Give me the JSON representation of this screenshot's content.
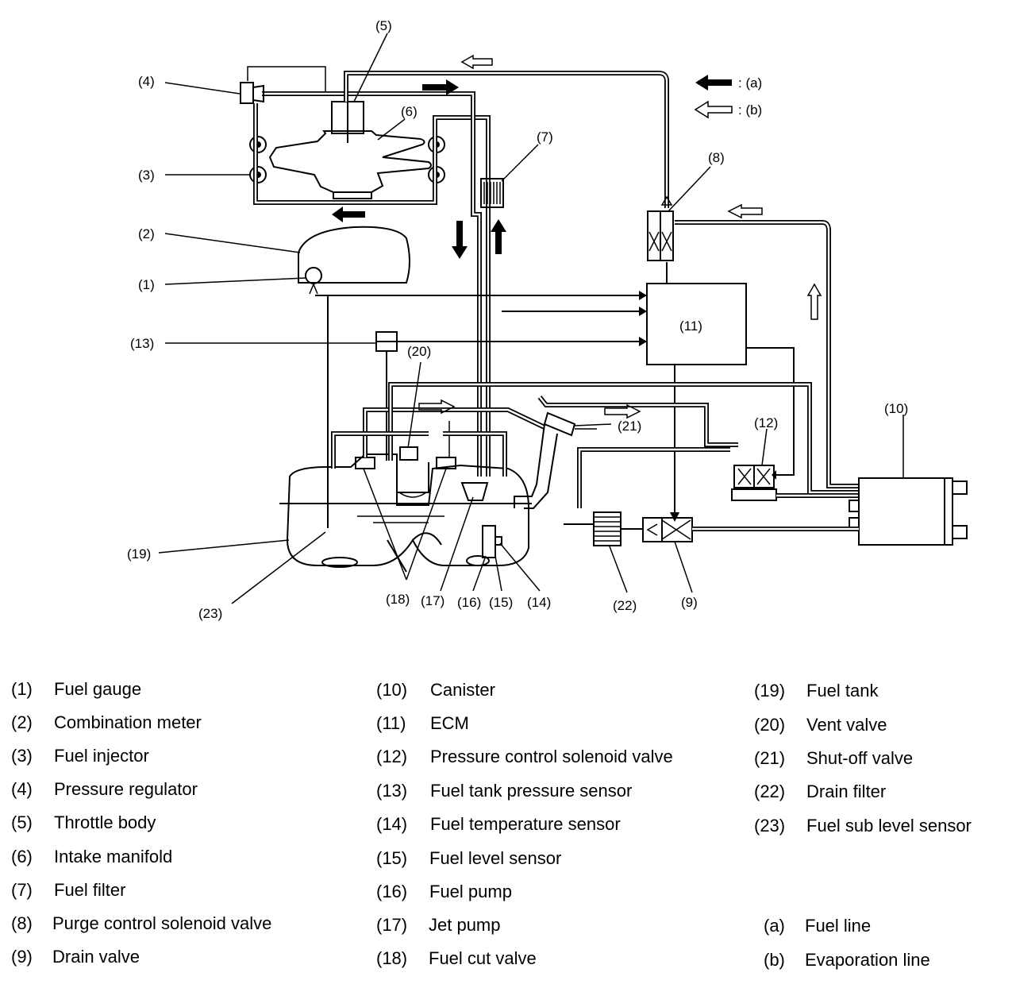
{
  "callouts": [
    "(1)",
    "(2)",
    "(3)",
    "(4)",
    "(5)",
    "(6)",
    "(7)",
    "(8)",
    "(9)",
    "(10)",
    "(11)",
    "(12)",
    "(13)",
    "(14)",
    "(15)",
    "(16)",
    "(17)",
    "(18)",
    "(19)",
    "(20)",
    "(21)",
    "(22)",
    "(23)"
  ],
  "arrow_key": [
    {
      "label": ": (a)",
      "style": "filled"
    },
    {
      "label": ": (b)",
      "style": "hollow"
    }
  ],
  "legend": [
    {
      "num": "(1)",
      "text": "Fuel gauge"
    },
    {
      "num": "(2)",
      "text": "Combination meter"
    },
    {
      "num": "(3)",
      "text": "Fuel injector"
    },
    {
      "num": "(4)",
      "text": "Pressure regulator"
    },
    {
      "num": "(5)",
      "text": "Throttle body"
    },
    {
      "num": "(6)",
      "text": "Intake manifold"
    },
    {
      "num": "(7)",
      "text": "Fuel filter"
    },
    {
      "num": "(8)",
      "text": "Purge control solenoid valve"
    },
    {
      "num": "(9)",
      "text": "Drain valve"
    },
    {
      "num": "(10)",
      "text": "Canister"
    },
    {
      "num": "(11)",
      "text": "ECM"
    },
    {
      "num": "(12)",
      "text": "Pressure control solenoid valve"
    },
    {
      "num": "(13)",
      "text": "Fuel tank pressure sensor"
    },
    {
      "num": "(14)",
      "text": "Fuel temperature sensor"
    },
    {
      "num": "(15)",
      "text": "Fuel level sensor"
    },
    {
      "num": "(16)",
      "text": "Fuel pump"
    },
    {
      "num": "(17)",
      "text": "Jet pump"
    },
    {
      "num": "(18)",
      "text": "Fuel cut valve"
    },
    {
      "num": "(19)",
      "text": "Fuel tank"
    },
    {
      "num": "(20)",
      "text": "Vent valve"
    },
    {
      "num": "(21)",
      "text": "Shut-off valve"
    },
    {
      "num": "(22)",
      "text": "Drain filter"
    },
    {
      "num": "(23)",
      "text": "Fuel sub level sensor"
    },
    {
      "num": "(a)",
      "text": "Fuel line"
    },
    {
      "num": "(b)",
      "text": "Evaporation line"
    }
  ],
  "colors": {
    "ink": "#000000",
    "paper": "#ffffff"
  }
}
